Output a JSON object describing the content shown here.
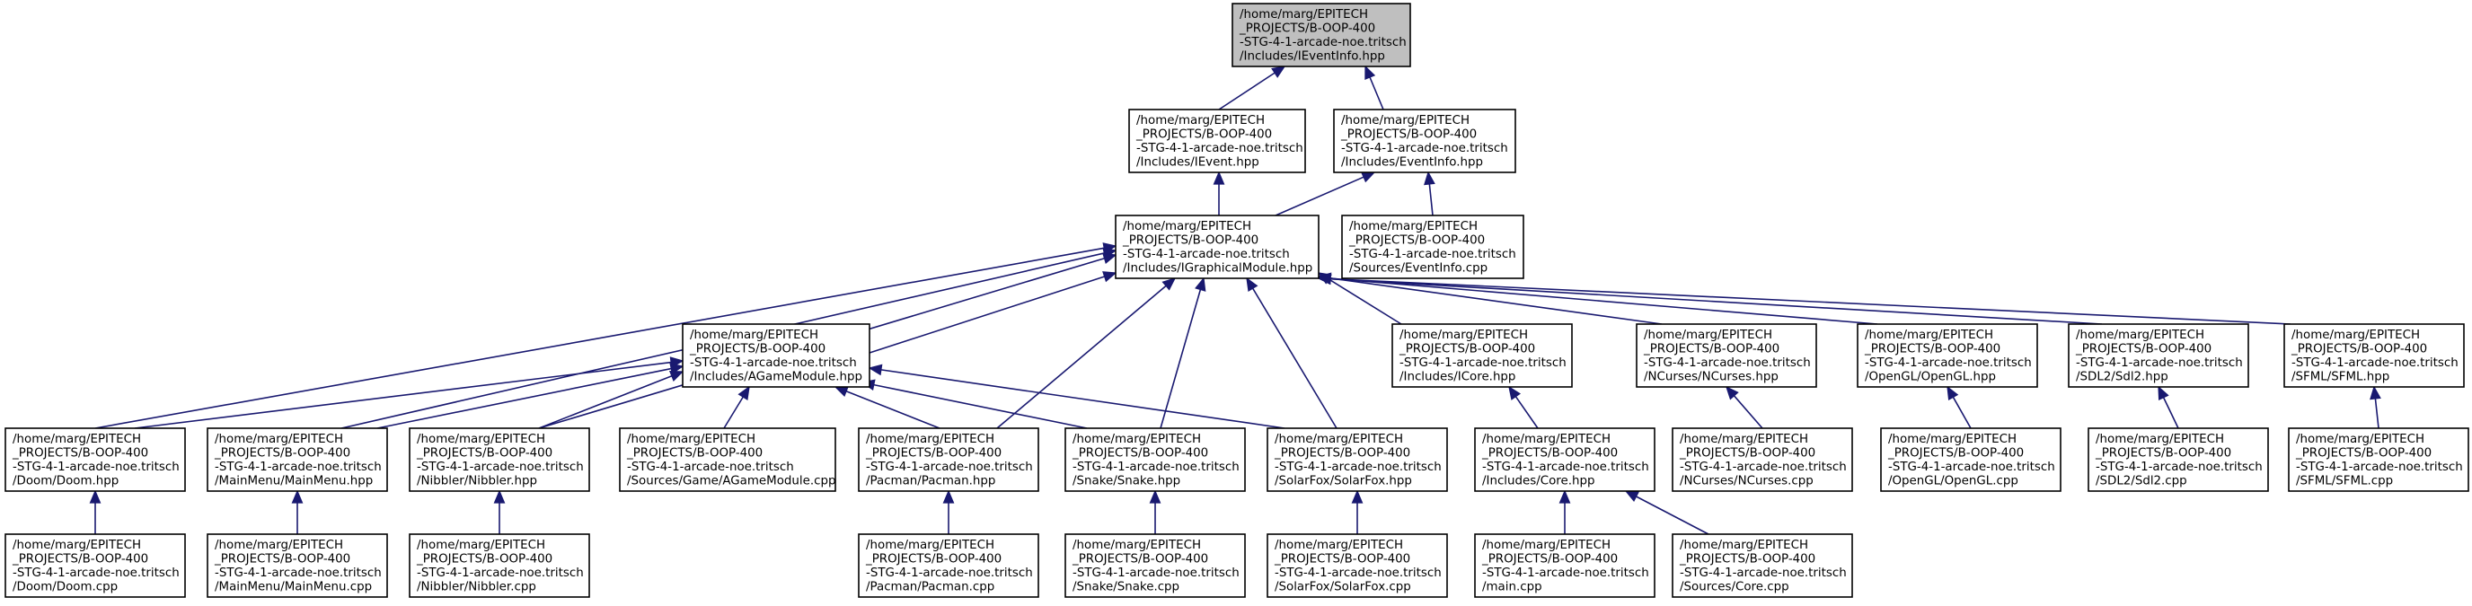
{
  "graph": {
    "colors": {
      "edge": "#191970",
      "root_fill": "#bfbfbf",
      "node_fill": "#ffffff",
      "node_stroke": "#000000"
    },
    "nodes": {
      "root": [
        "/home/marg/EPITECH",
        "_PROJECTS/B-OOP-400",
        "-STG-4-1-arcade-noe.tritsch",
        "/Includes/IEventInfo.hpp"
      ],
      "ievent": [
        "/home/marg/EPITECH",
        "_PROJECTS/B-OOP-400",
        "-STG-4-1-arcade-noe.tritsch",
        "/Includes/IEvent.hpp"
      ],
      "eventinfo_hpp": [
        "/home/marg/EPITECH",
        "_PROJECTS/B-OOP-400",
        "-STG-4-1-arcade-noe.tritsch",
        "/Includes/EventInfo.hpp"
      ],
      "igraphical": [
        "/home/marg/EPITECH",
        "_PROJECTS/B-OOP-400",
        "-STG-4-1-arcade-noe.tritsch",
        "/Includes/IGraphicalModule.hpp"
      ],
      "eventinfo_cpp": [
        "/home/marg/EPITECH",
        "_PROJECTS/B-OOP-400",
        "-STG-4-1-arcade-noe.tritsch",
        "/Sources/EventInfo.cpp"
      ],
      "agamemodule": [
        "/home/marg/EPITECH",
        "_PROJECTS/B-OOP-400",
        "-STG-4-1-arcade-noe.tritsch",
        "/Includes/AGameModule.hpp"
      ],
      "icore": [
        "/home/marg/EPITECH",
        "_PROJECTS/B-OOP-400",
        "-STG-4-1-arcade-noe.tritsch",
        "/Includes/ICore.hpp"
      ],
      "ncurses_hpp": [
        "/home/marg/EPITECH",
        "_PROJECTS/B-OOP-400",
        "-STG-4-1-arcade-noe.tritsch",
        "/NCurses/NCurses.hpp"
      ],
      "opengl_hpp": [
        "/home/marg/EPITECH",
        "_PROJECTS/B-OOP-400",
        "-STG-4-1-arcade-noe.tritsch",
        "/OpenGL/OpenGL.hpp"
      ],
      "sdl2_hpp": [
        "/home/marg/EPITECH",
        "_PROJECTS/B-OOP-400",
        "-STG-4-1-arcade-noe.tritsch",
        "/SDL2/Sdl2.hpp"
      ],
      "sfml_hpp": [
        "/home/marg/EPITECH",
        "_PROJECTS/B-OOP-400",
        "-STG-4-1-arcade-noe.tritsch",
        "/SFML/SFML.hpp"
      ],
      "doom_hpp": [
        "/home/marg/EPITECH",
        "_PROJECTS/B-OOP-400",
        "-STG-4-1-arcade-noe.tritsch",
        "/Doom/Doom.hpp"
      ],
      "mainmenu_hpp": [
        "/home/marg/EPITECH",
        "_PROJECTS/B-OOP-400",
        "-STG-4-1-arcade-noe.tritsch",
        "/MainMenu/MainMenu.hpp"
      ],
      "nibbler_hpp": [
        "/home/marg/EPITECH",
        "_PROJECTS/B-OOP-400",
        "-STG-4-1-arcade-noe.tritsch",
        "/Nibbler/Nibbler.hpp"
      ],
      "agamemodule_cpp": [
        "/home/marg/EPITECH",
        "_PROJECTS/B-OOP-400",
        "-STG-4-1-arcade-noe.tritsch",
        "/Sources/Game/AGameModule.cpp"
      ],
      "pacman_hpp": [
        "/home/marg/EPITECH",
        "_PROJECTS/B-OOP-400",
        "-STG-4-1-arcade-noe.tritsch",
        "/Pacman/Pacman.hpp"
      ],
      "snake_hpp": [
        "/home/marg/EPITECH",
        "_PROJECTS/B-OOP-400",
        "-STG-4-1-arcade-noe.tritsch",
        "/Snake/Snake.hpp"
      ],
      "solarfox_hpp": [
        "/home/marg/EPITECH",
        "_PROJECTS/B-OOP-400",
        "-STG-4-1-arcade-noe.tritsch",
        "/SolarFox/SolarFox.hpp"
      ],
      "core_hpp": [
        "/home/marg/EPITECH",
        "_PROJECTS/B-OOP-400",
        "-STG-4-1-arcade-noe.tritsch",
        "/Includes/Core.hpp"
      ],
      "ncurses_cpp": [
        "/home/marg/EPITECH",
        "_PROJECTS/B-OOP-400",
        "-STG-4-1-arcade-noe.tritsch",
        "/NCurses/NCurses.cpp"
      ],
      "opengl_cpp": [
        "/home/marg/EPITECH",
        "_PROJECTS/B-OOP-400",
        "-STG-4-1-arcade-noe.tritsch",
        "/OpenGL/OpenGL.cpp"
      ],
      "sdl2_cpp": [
        "/home/marg/EPITECH",
        "_PROJECTS/B-OOP-400",
        "-STG-4-1-arcade-noe.tritsch",
        "/SDL2/Sdl2.cpp"
      ],
      "sfml_cpp": [
        "/home/marg/EPITECH",
        "_PROJECTS/B-OOP-400",
        "-STG-4-1-arcade-noe.tritsch",
        "/SFML/SFML.cpp"
      ],
      "doom_cpp": [
        "/home/marg/EPITECH",
        "_PROJECTS/B-OOP-400",
        "-STG-4-1-arcade-noe.tritsch",
        "/Doom/Doom.cpp"
      ],
      "mainmenu_cpp": [
        "/home/marg/EPITECH",
        "_PROJECTS/B-OOP-400",
        "-STG-4-1-arcade-noe.tritsch",
        "/MainMenu/MainMenu.cpp"
      ],
      "nibbler_cpp": [
        "/home/marg/EPITECH",
        "_PROJECTS/B-OOP-400",
        "-STG-4-1-arcade-noe.tritsch",
        "/Nibbler/Nibbler.cpp"
      ],
      "pacman_cpp": [
        "/home/marg/EPITECH",
        "_PROJECTS/B-OOP-400",
        "-STG-4-1-arcade-noe.tritsch",
        "/Pacman/Pacman.cpp"
      ],
      "snake_cpp": [
        "/home/marg/EPITECH",
        "_PROJECTS/B-OOP-400",
        "-STG-4-1-arcade-noe.tritsch",
        "/Snake/Snake.cpp"
      ],
      "solarfox_cpp": [
        "/home/marg/EPITECH",
        "_PROJECTS/B-OOP-400",
        "-STG-4-1-arcade-noe.tritsch",
        "/SolarFox/SolarFox.cpp"
      ],
      "main_cpp": [
        "/home/marg/EPITECH",
        "_PROJECTS/B-OOP-400",
        "-STG-4-1-arcade-noe.tritsch",
        "/main.cpp"
      ],
      "core_cpp": [
        "/home/marg/EPITECH",
        "_PROJECTS/B-OOP-400",
        "-STG-4-1-arcade-noe.tritsch",
        "/Sources/Core.cpp"
      ]
    },
    "edges": [
      [
        "ievent",
        "root"
      ],
      [
        "eventinfo_hpp",
        "root"
      ],
      [
        "igraphical",
        "ievent"
      ],
      [
        "igraphical",
        "eventinfo_hpp"
      ],
      [
        "eventinfo_cpp",
        "eventinfo_hpp"
      ],
      [
        "agamemodule",
        "igraphical"
      ],
      [
        "icore",
        "igraphical"
      ],
      [
        "ncurses_hpp",
        "igraphical"
      ],
      [
        "opengl_hpp",
        "igraphical"
      ],
      [
        "sdl2_hpp",
        "igraphical"
      ],
      [
        "sfml_hpp",
        "igraphical"
      ],
      [
        "doom_hpp",
        "igraphical"
      ],
      [
        "mainmenu_hpp",
        "igraphical"
      ],
      [
        "nibbler_hpp",
        "igraphical"
      ],
      [
        "pacman_hpp",
        "igraphical"
      ],
      [
        "snake_hpp",
        "igraphical"
      ],
      [
        "solarfox_hpp",
        "igraphical"
      ],
      [
        "doom_hpp",
        "agamemodule"
      ],
      [
        "mainmenu_hpp",
        "agamemodule"
      ],
      [
        "nibbler_hpp",
        "agamemodule"
      ],
      [
        "agamemodule_cpp",
        "agamemodule"
      ],
      [
        "pacman_hpp",
        "agamemodule"
      ],
      [
        "snake_hpp",
        "agamemodule"
      ],
      [
        "solarfox_hpp",
        "agamemodule"
      ],
      [
        "core_hpp",
        "icore"
      ],
      [
        "ncurses_cpp",
        "ncurses_hpp"
      ],
      [
        "opengl_cpp",
        "opengl_hpp"
      ],
      [
        "sdl2_cpp",
        "sdl2_hpp"
      ],
      [
        "sfml_cpp",
        "sfml_hpp"
      ],
      [
        "doom_cpp",
        "doom_hpp"
      ],
      [
        "mainmenu_cpp",
        "mainmenu_hpp"
      ],
      [
        "nibbler_cpp",
        "nibbler_hpp"
      ],
      [
        "pacman_cpp",
        "pacman_hpp"
      ],
      [
        "snake_cpp",
        "snake_hpp"
      ],
      [
        "solarfox_cpp",
        "solarfox_hpp"
      ],
      [
        "main_cpp",
        "core_hpp"
      ],
      [
        "core_cpp",
        "core_hpp"
      ]
    ]
  }
}
